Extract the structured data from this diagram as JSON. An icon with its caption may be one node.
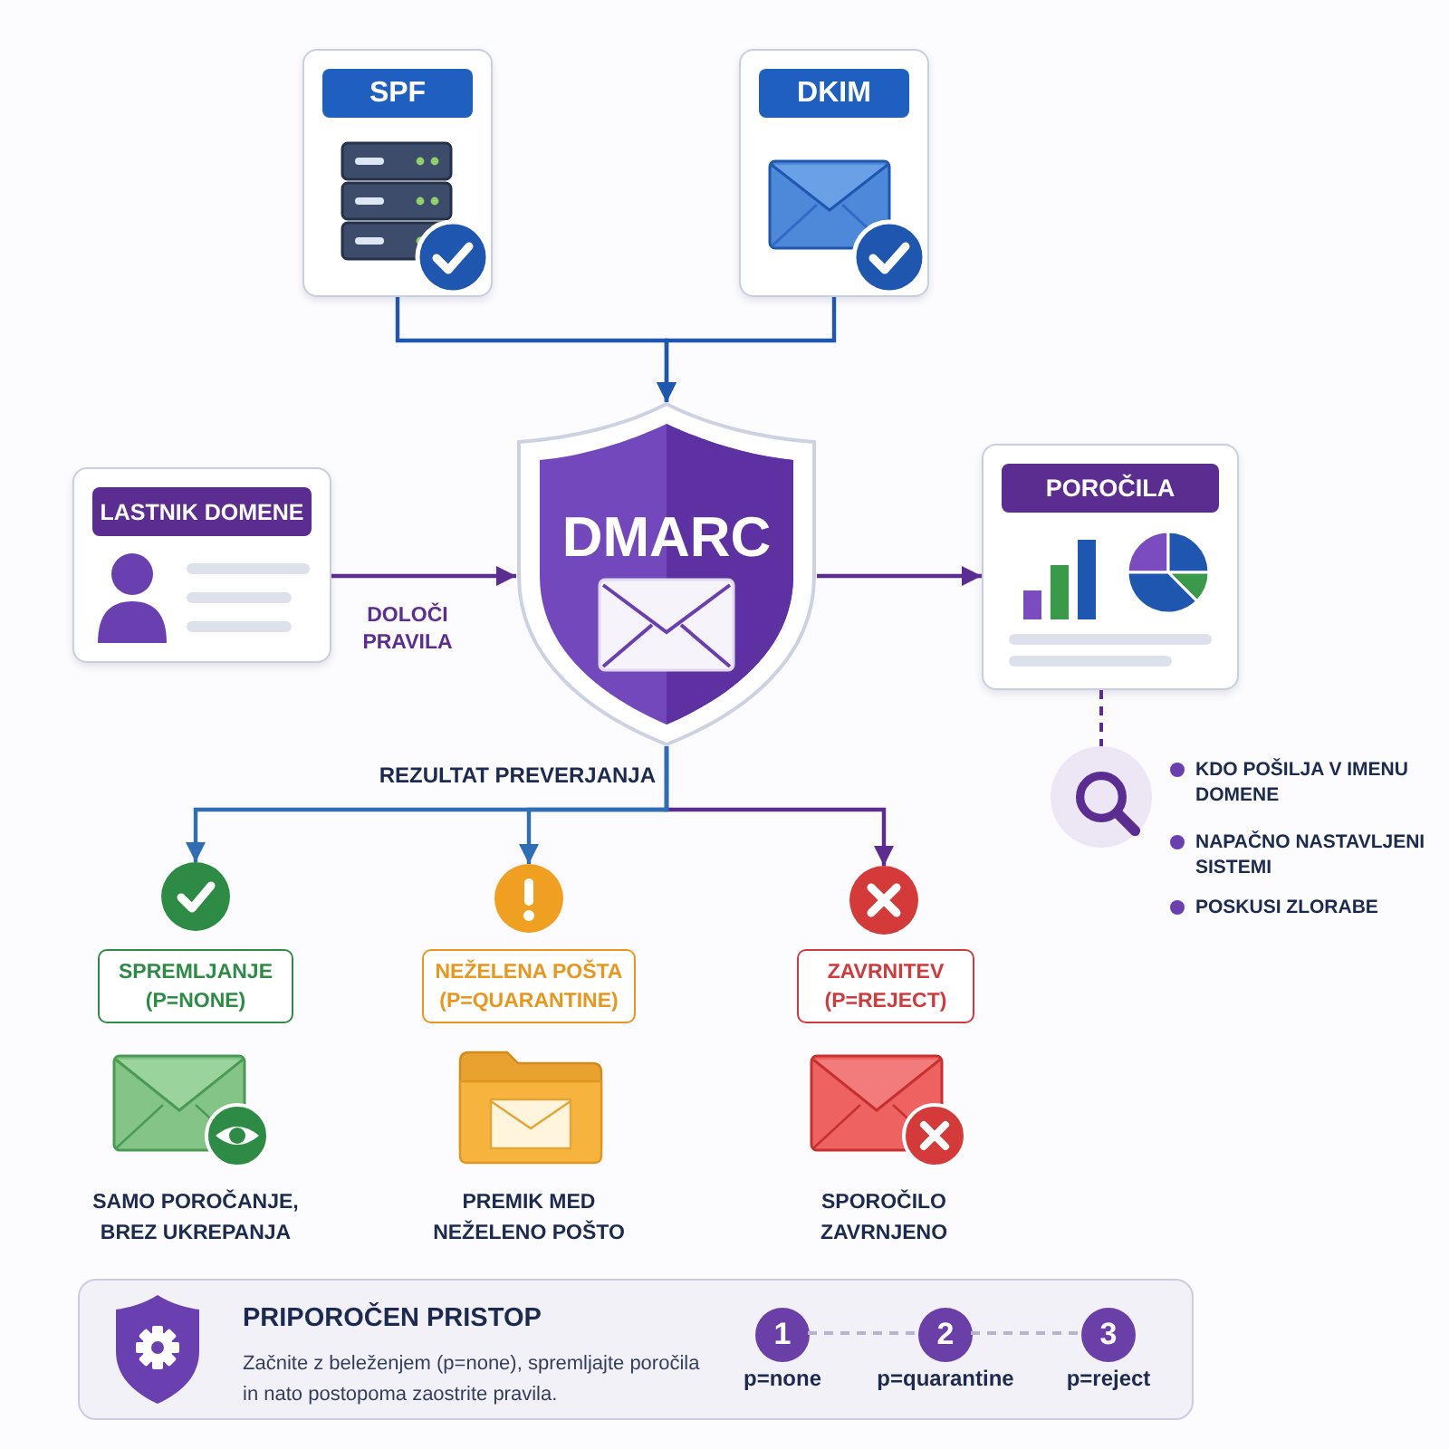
{
  "diagram": {
    "nodes": [
      {
        "text": [
          "SPF"
        ]
      },
      {
        "text": [
          "DKIM"
        ]
      },
      {
        "text": [
          "LASTNIK DOMENE"
        ]
      },
      {
        "text": [
          "DMARC"
        ]
      },
      {
        "text": [
          "POROČILA"
        ]
      },
      {
        "text": [],
        "shape": "circle",
        "beside": [
          "KDO POŠILJA V IMENU DOMENE",
          "NAPAČNO NASTAVLJENI SISTEMI",
          "POSKUSI ZLORABE"
        ]
      },
      {
        "text": [],
        "shape": "circle"
      },
      {
        "text": [],
        "shape": "circle"
      },
      {
        "text": [],
        "shape": "circle"
      },
      {
        "text": [
          "SPREMLJANJE (P=NONE)"
        ]
      },
      {
        "text": [
          "NEŽELENA POŠTA (P=QUARANTINE)"
        ]
      },
      {
        "text": [
          "ZAVRNITEV (P=REJECT)"
        ]
      },
      {
        "text": [
          "PRIPOROČEN PRISTOP",
          "Začnite z beleženjem (p=none), spremljajte poročila in nato postopoma zaostrite pravila."
        ]
      },
      {
        "text": [
          "1"
        ],
        "in": 12,
        "beside": [
          "p=none"
        ]
      },
      {
        "text": [
          "2"
        ],
        "in": 12,
        "beside": [
          "p=quarantine"
        ]
      },
      {
        "text": [
          "3"
        ],
        "in": 12,
        "beside": [
          "p=reject"
        ]
      }
    ],
    "edges": [
      {
        "from": 0,
        "to": 3,
        "arrow": "to",
        "color": "#1f56b0"
      },
      {
        "from": 1,
        "to": 3,
        "arrow": "to",
        "color": "#1f56b0"
      },
      {
        "from": 2,
        "to": 3,
        "arrow": "to",
        "label": "DOLOČI PRAVILA"
      },
      {
        "from": 3,
        "to": 4,
        "arrow": "to"
      },
      {
        "from": 4,
        "to": 5,
        "arrow": "none",
        "style": "dashed"
      },
      {
        "from": 3,
        "to": 6,
        "arrow": "to",
        "label": "REZULTAT PREVERJANJA",
        "color": "#2f6db5"
      },
      {
        "from": 3,
        "to": 7,
        "arrow": "to",
        "color": "#2f6db5"
      },
      {
        "from": 3,
        "to": 8,
        "arrow": "to"
      },
      {
        "from": 13,
        "to": 14,
        "arrow": "none",
        "style": "dashed",
        "color": "#b8b3cc"
      },
      {
        "from": 14,
        "to": 15,
        "arrow": "none",
        "style": "dashed",
        "color": "#b8b3cc"
      }
    ],
    "labels": [
      "SAMO POROČANJE, BREZ UKREPANJA",
      "PREMIK MED NEŽELENO POŠTO",
      "SPOROČILO ZAVRNJENO"
    ]
  }
}
